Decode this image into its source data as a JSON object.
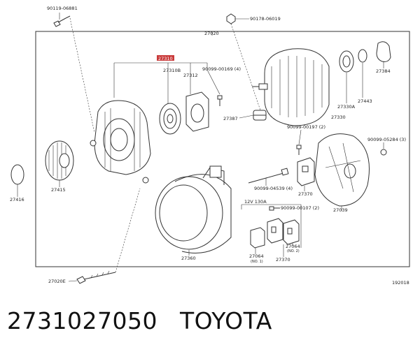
{
  "diagram": {
    "labels": {
      "p90119_06881": "90119-06881",
      "p90178_06019": "90178-06019",
      "p27020": "27020",
      "p27310": "27310",
      "p27310b": "27310B",
      "p27312": "27312",
      "p90099_00169": "90099-00169 (4)",
      "p27387": "27387",
      "p27384": "27384",
      "p27330a": "27330A",
      "p27443": "27443",
      "p27330": "27330",
      "p90099_00197": "90099-00197 (2)",
      "p90099_05284": "90099-05284 (3)",
      "p27415": "27415",
      "p27416": "27416",
      "p90099_04539": "90099-04539 (4)",
      "p27370_top": "27370",
      "p27039": "27039",
      "p12v130a": "12V  130A",
      "p90099_00107": "90099-00107 (2)",
      "p27360": "27360",
      "p27064_no1": "27064",
      "p27064_no1_sub": "(NO. 1)",
      "p27064_no2": "27064",
      "p27064_no2_sub": "(NO. 2)",
      "p27370_bot": "27370",
      "p27020e": "27020E",
      "p192018": "192018"
    }
  },
  "footer": {
    "part_number": "2731027050",
    "brand": "TOYOTA"
  },
  "colors": {
    "highlight": "#c93a3a",
    "line": "#333333"
  }
}
